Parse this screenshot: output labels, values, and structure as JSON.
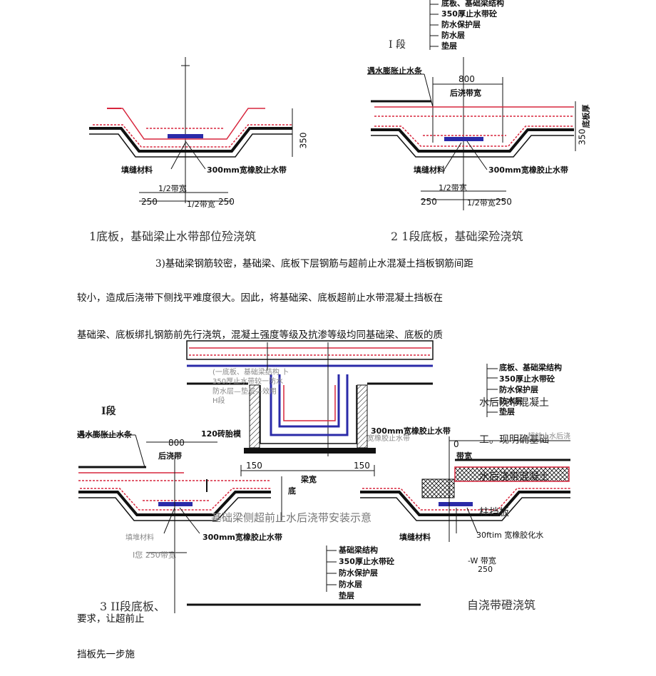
{
  "fig_top_left": {
    "label_fill": "填缝材料",
    "label_band": "300mm宽橡胶止水带",
    "dim_half": "1/2带宽",
    "dim_half2": "1/2带宽",
    "dim_250a": "250",
    "dim_250b": "250",
    "dim_350": "350",
    "caption": "1底板，基础梁止水带部位殓浇筑"
  },
  "fig_top_right": {
    "legend": [
      "底板、基础梁结构",
      "350厚止水带砼",
      "防水保护层",
      "防水层",
      "垫层"
    ],
    "section": "I 段",
    "label_swell": "遇水膨胀止水条",
    "dim_800": "800",
    "label_post": "后浇带宽",
    "label_thick": "底板厚",
    "dim_350": "350",
    "label_fill": "填缝材料",
    "label_band": "300mm宽橡胶止水带",
    "dim_half": "1/2带宽",
    "dim_half2": "1/2带宽",
    "dim_250a": "250",
    "dim_250b": "250",
    "caption": "2 1段底板，基础梁殓浇筑"
  },
  "paragraph": {
    "line1": "3)基础梁钢筋较密，基础梁、底板下层钢筋与超前止水混凝土挡板钢筋间距",
    "line2": "较小，造成后浇带下侧找平难度很大。因此，将基础梁、底板超前止水带混凝土挡板在",
    "line3": "基础梁、底板绑扎钢筋前先行浇筑，混凝土强度等级及抗渗等级均同基础梁、底板的质"
  },
  "fig_bottom": {
    "overlay_a": "(一底板、基础梁结构 卜",
    "overlay_b": "350厚止水带较一防水",
    "overlay_c": "防水层—垫层—效用",
    "overlay_d": "H段",
    "legend": [
      "底板、基础梁结构",
      "350厚止水带砼",
      "防水保护层",
      "防水层",
      "垫层"
    ],
    "label_brick": "120砖胎模",
    "label_band_center": "300mm宽橡胶止水带",
    "label_band_faint": "宽橡胶止水带",
    "beam_width": "梁宽",
    "dim_150a": "150",
    "dim_150b": "150",
    "section_left": "I段",
    "label_swell": "遇水膨胀止水条",
    "dim_800": "800",
    "label_post": "后浇带",
    "label_thick": "底",
    "dim_0": "0",
    "label_band_wide": "带宽",
    "label_fill_left": "填堆材料",
    "label_band_left": "300mm宽橡胶止水带",
    "dim_250": "I您 250带宽",
    "center_caption": "基础梁侧超前止水后浇带安装示意",
    "label_fill_right": "填缝材料",
    "right_a": "水后浇带混凝土",
    "right_b": "工。现明确基础",
    "right_b_faint": "，超前止水后浇",
    "right_c": "水后浇带混凝土",
    "right_d": "柱挡板",
    "right_e": "30ftim 宽橡胶化水",
    "right_f": "-W 带宽",
    "right_g": "250",
    "legend2": [
      "基础梁结构",
      "350厚止水带砼",
      "防水保护层",
      "防水层",
      "垫层"
    ],
    "caption_left": "3 II段底板、",
    "caption_right": "自浇带磴浇筑",
    "tail1": "要求，让超前止",
    "tail2": "挡板先一步施"
  },
  "colors": {
    "rebar": "#d7263d",
    "band": "#2a2aa8",
    "line": "#111111"
  }
}
